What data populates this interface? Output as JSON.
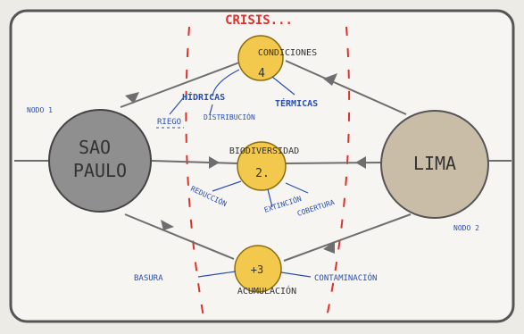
{
  "title": "CRISIS...",
  "nodes": {
    "left": {
      "label_line1": "SAO",
      "label_line2": "PAULO",
      "tag": "NODO 1",
      "color": "#8f8f8f"
    },
    "right": {
      "label": "LIMA",
      "tag": "NODO 2",
      "color": "#c9bda8"
    }
  },
  "centers": [
    {
      "name": "CONDICIONES",
      "num": "4",
      "color": "#f2c94c"
    },
    {
      "name": "BIODIVERSIDAD",
      "num": "2.",
      "color": "#f2c94c"
    },
    {
      "name": "ACUMULACIÓN",
      "num": "+3",
      "color": "#f2c94c"
    }
  ],
  "labels": {
    "hidricas": "HÍDRICAS",
    "termicas": "TÉRMICAS",
    "riego": "RIEGO",
    "distribucion": "DISTRIBUCIÓN",
    "reduccion": "REDUCCIÓN",
    "extincion": "EXTINCIÓN",
    "cobertura": "COBERTURA",
    "basura": "BASURA",
    "contaminacion": "CONTAMINACIÓN"
  },
  "colors": {
    "accent_red": "#e0302a",
    "ink_blue": "#2a4fb0",
    "line": "#6e6e6e"
  }
}
